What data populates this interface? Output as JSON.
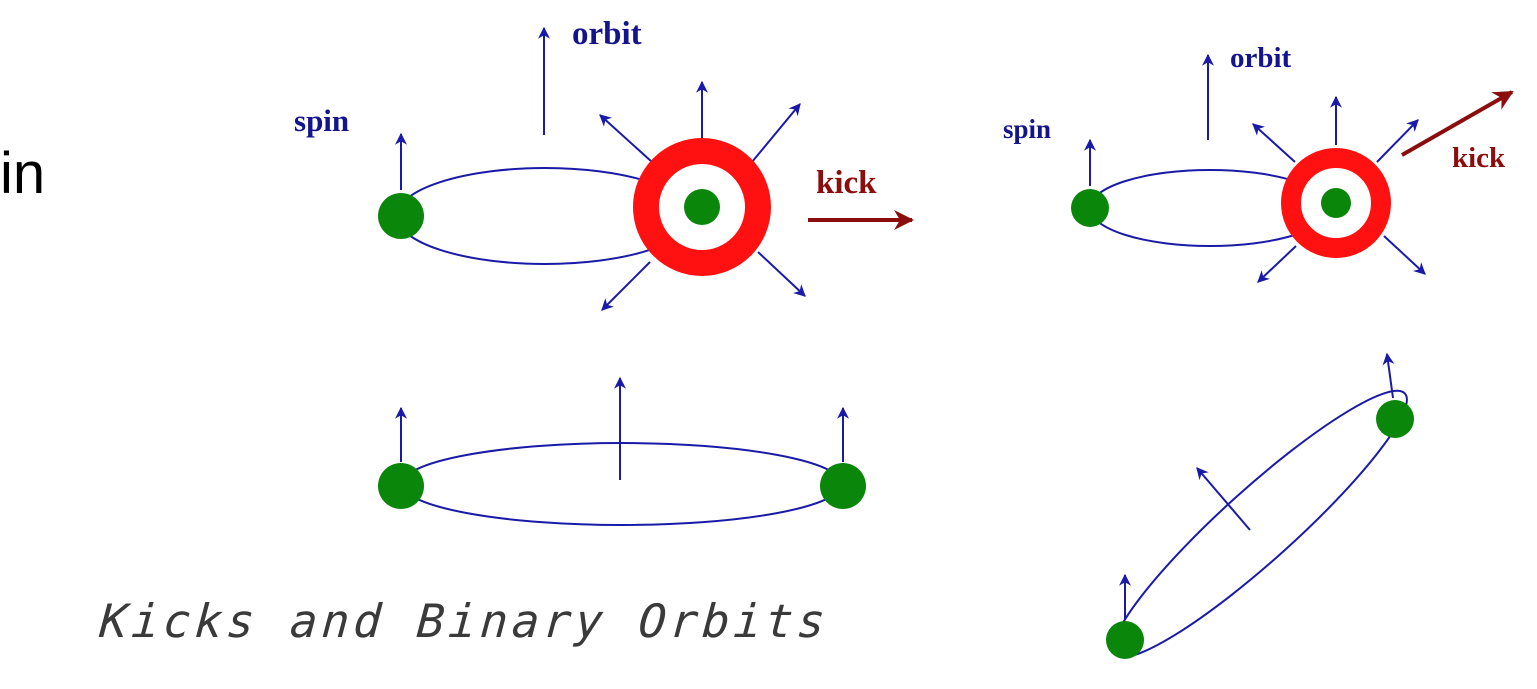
{
  "fragment_text": "in",
  "caption": "Kicks and Binary Orbits",
  "labels": {
    "spin_left": "spin",
    "orbit_left": "orbit",
    "kick_left": "kick",
    "spin_right": "spin",
    "orbit_right": "orbit",
    "kick_right": "kick"
  },
  "colors": {
    "orbit_line": "#1a1aa8",
    "label_blue": "#14148c",
    "star_green": "#0a870a",
    "ring_red": "#ff1111",
    "kick_red": "#8b0d0d"
  }
}
